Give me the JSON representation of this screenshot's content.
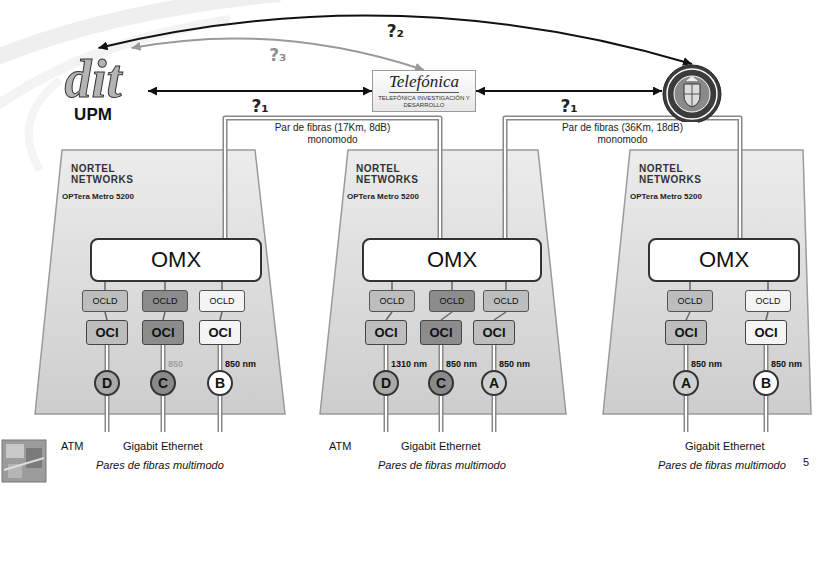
{
  "diagram": {
    "nodes": [
      {
        "text": [
          "dit",
          "UPM"
        ]
      },
      {
        "text": [
          "Telefónica",
          "TELEFÓNICA INVESTIGACIÓN Y DESARROLLO"
        ]
      },
      {
        "text": []
      },
      {
        "text": [
          "NORTEL NETWORKS",
          "OPTera Metro 5200"
        ]
      },
      {
        "text": [
          "OMX"
        ],
        "in": 3
      },
      {
        "text": [
          "OCLD"
        ],
        "in": 3
      },
      {
        "text": [
          "OCLD"
        ],
        "in": 3
      },
      {
        "text": [
          "OCLD"
        ],
        "in": 3
      },
      {
        "text": [
          "OCI"
        ],
        "in": 3
      },
      {
        "text": [
          "OCI"
        ],
        "in": 3
      },
      {
        "text": [
          "OCI"
        ],
        "in": 3
      },
      {
        "text": [
          "NORTEL NETWORKS",
          "OPTera Metro 5200"
        ]
      },
      {
        "text": [
          "OMX"
        ],
        "in": 11
      },
      {
        "text": [
          "OCLD"
        ],
        "in": 11
      },
      {
        "text": [
          "OCLD"
        ],
        "in": 11
      },
      {
        "text": [
          "OCLD"
        ],
        "in": 11
      },
      {
        "text": [
          "OCI"
        ],
        "in": 11
      },
      {
        "text": [
          "OCI"
        ],
        "in": 11
      },
      {
        "text": [
          "OCI"
        ],
        "in": 11
      },
      {
        "text": [
          "NORTEL NETWORKS",
          "OPTera Metro 5200"
        ]
      },
      {
        "text": [
          "OMX"
        ],
        "in": 19
      },
      {
        "text": [
          "OCLD"
        ],
        "in": 19
      },
      {
        "text": [
          "OCLD"
        ],
        "in": 19
      },
      {
        "text": [
          "OCI"
        ],
        "in": 19
      },
      {
        "text": [
          "OCI"
        ],
        "in": 19
      },
      {
        "text": [
          "D"
        ]
      },
      {
        "text": [
          "C"
        ]
      },
      {
        "text": [
          "B"
        ]
      },
      {
        "text": [
          "D"
        ]
      },
      {
        "text": [
          "C"
        ]
      },
      {
        "text": [
          "A"
        ]
      },
      {
        "text": [
          "A"
        ]
      },
      {
        "text": [
          "B"
        ]
      }
    ],
    "edges": [
      {
        "from": 0,
        "to": 1,
        "arrow": "both",
        "label": "?₁"
      },
      {
        "from": 1,
        "to": 2,
        "arrow": "both",
        "label": "?₁"
      },
      {
        "from": 0,
        "to": 2,
        "arrow": "both",
        "label": "?₂"
      },
      {
        "from": 0,
        "to": 1,
        "arrow": "both",
        "label": "?₃"
      },
      {
        "from": 4,
        "to": 12,
        "arrow": "none",
        "label": "Par de fibras (17Km, 8dB) monomodo"
      },
      {
        "from": 12,
        "to": 20,
        "arrow": "none",
        "label": "Par de fibras (36Km, 18dB) monomodo"
      },
      {
        "from": 5,
        "to": 4,
        "arrow": "none"
      },
      {
        "from": 6,
        "to": 4,
        "arrow": "none"
      },
      {
        "from": 7,
        "to": 4,
        "arrow": "none"
      },
      {
        "from": 13,
        "to": 12,
        "arrow": "none"
      },
      {
        "from": 14,
        "to": 12,
        "arrow": "none"
      },
      {
        "from": 15,
        "to": 12,
        "arrow": "none"
      },
      {
        "from": 21,
        "to": 20,
        "arrow": "none"
      },
      {
        "from": 22,
        "to": 20,
        "arrow": "none"
      },
      {
        "from": 5,
        "to": 8,
        "arrow": "none"
      },
      {
        "from": 6,
        "to": 9,
        "arrow": "none"
      },
      {
        "from": 7,
        "to": 10,
        "arrow": "none"
      },
      {
        "from": 13,
        "to": 16,
        "arrow": "none"
      },
      {
        "from": 14,
        "to": 17,
        "arrow": "none"
      },
      {
        "from": 15,
        "to": 18,
        "arrow": "none"
      },
      {
        "from": 21,
        "to": 23,
        "arrow": "none"
      },
      {
        "from": 22,
        "to": 24,
        "arrow": "none"
      },
      {
        "from": 8,
        "to": 25,
        "arrow": "none"
      },
      {
        "from": 9,
        "to": 26,
        "arrow": "none",
        "label": "850"
      },
      {
        "from": 10,
        "to": 27,
        "arrow": "none",
        "label": "850 nm"
      },
      {
        "from": 16,
        "to": 28,
        "arrow": "none",
        "label": "1310 nm"
      },
      {
        "from": 17,
        "to": 29,
        "arrow": "none",
        "label": "850 nm"
      },
      {
        "from": 18,
        "to": 30,
        "arrow": "none",
        "label": "850 nm"
      },
      {
        "from": 23,
        "to": 31,
        "arrow": "none",
        "label": "850 nm"
      },
      {
        "from": 24,
        "to": 32,
        "arrow": "none",
        "label": "850 nm"
      }
    ],
    "labels": [
      "ATM",
      "Gigabit Ethernet",
      "Pares de fibras multimodo",
      "ATM",
      "Gigabit Ethernet",
      "Pares de fibras multimodo",
      "Gigabit Ethernet",
      "Pares de fibras multimodo",
      "5"
    ]
  }
}
